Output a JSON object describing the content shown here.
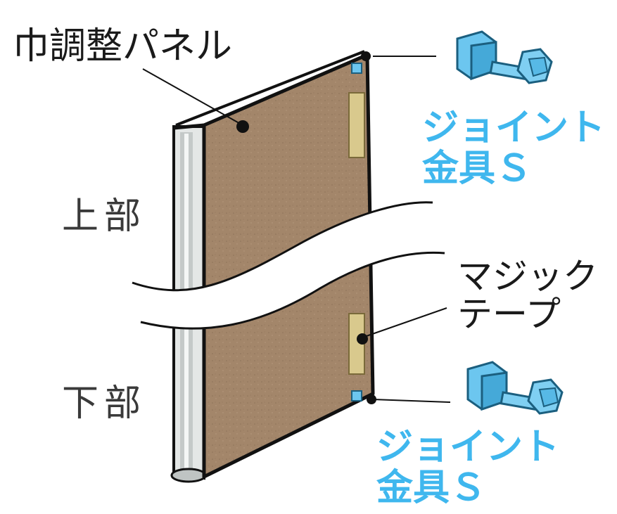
{
  "labels": {
    "panel": "巾調整パネル",
    "upper": "上部",
    "lower": "下部",
    "tape_line1": "マジック",
    "tape_line2": "テープ",
    "joint_top_line1": "ジョイント",
    "joint_top_line2": "金具Ｓ",
    "joint_bottom_line1": "ジョイント",
    "joint_bottom_line2": "金具Ｓ"
  },
  "colors": {
    "panel_fill": "#a3866a",
    "panel_edge": "#111111",
    "side_rail": "#d8dcdb",
    "velcro": "#d9c98d",
    "joint_blue": "#6cc6ef",
    "label_blue": "#3fb7ee"
  },
  "icons": [
    "joint-fitting-icon",
    "joint-fitting-icon"
  ]
}
